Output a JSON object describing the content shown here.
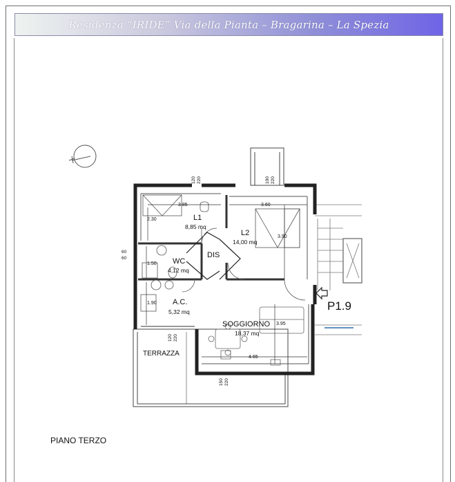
{
  "header": {
    "title": "Residenza “IRIDE” Via della Pianta – Bragarina – La Spezia"
  },
  "plan": {
    "unit_code": "P1.9",
    "floor_label": "PIANO TERZO",
    "rooms": [
      {
        "name": "L1",
        "area": "8,85 mq"
      },
      {
        "name": "L2",
        "area": "14,00 mq"
      },
      {
        "name": "WC",
        "area": "4,12 mq"
      },
      {
        "name": "DIS",
        "area": ""
      },
      {
        "name": "A.C.",
        "area": "5,32 mq"
      },
      {
        "name": "SOGGIORNO",
        "area": "18,37 mq"
      },
      {
        "name": "TERRAZZA",
        "area": ""
      }
    ],
    "dimensions": {
      "l1_width": "3.85",
      "l1_height": "2.30",
      "l2_width": "3.60",
      "l2_height": "3.90",
      "wc_height": "1.50",
      "ac_height": "1.90",
      "sog_height": "3.95",
      "sog_width": "4.65"
    },
    "openings": {
      "l1_window_top": "120",
      "l1_window_bottom": "220",
      "l2_window_top": "100",
      "l2_window_bottom": "220",
      "wc_window_top": "60",
      "wc_window_bottom": "60",
      "terr_door_top": "120",
      "terr_door_bottom": "220",
      "sog_window_top": "150",
      "sog_window_bottom": "220"
    }
  }
}
